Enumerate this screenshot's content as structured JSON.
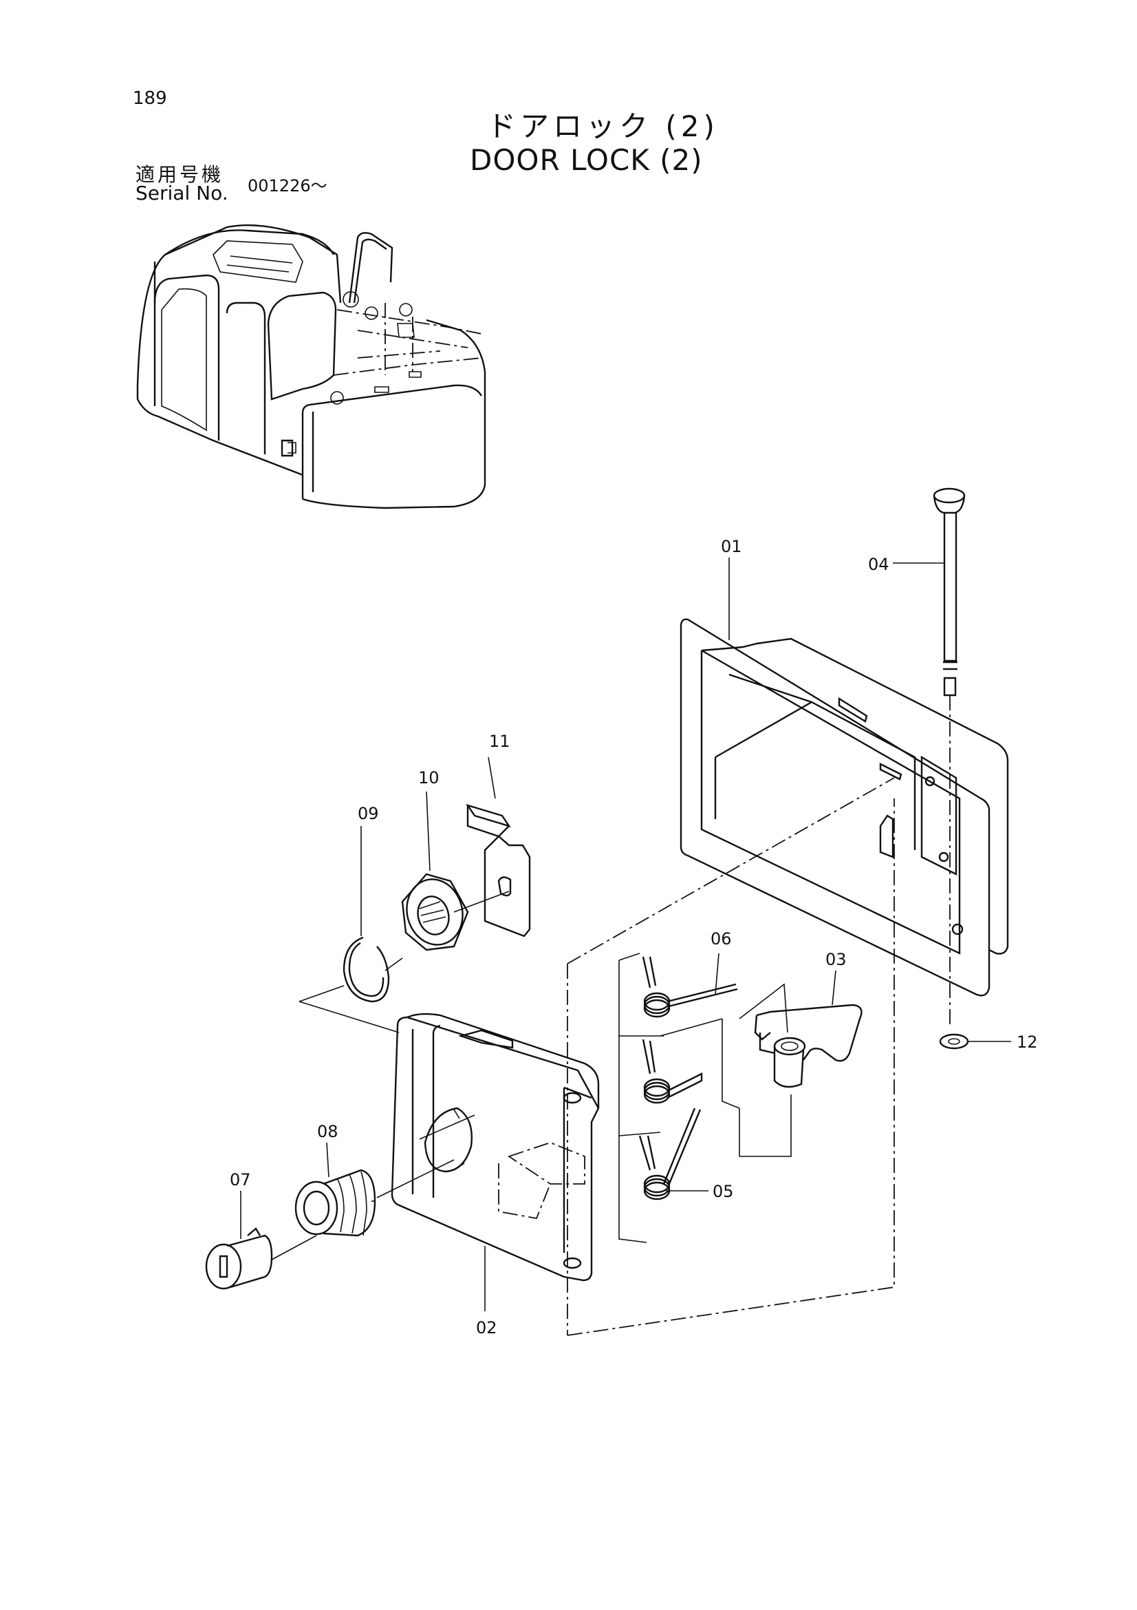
{
  "page": {
    "number": "189"
  },
  "title": {
    "japanese": "ドアロック (2)",
    "english": "DOOR LOCK (2)"
  },
  "serial": {
    "label_jp": "適用号機",
    "label_en": "Serial No.",
    "value": "001226～"
  },
  "callouts": {
    "p01": "01",
    "p02": "02",
    "p03": "03",
    "p04": "04",
    "p05": "05",
    "p06": "06",
    "p07": "07",
    "p08": "08",
    "p09": "09",
    "p10": "10",
    "p11": "11",
    "p12": "12"
  },
  "icons": {
    "excavator": "excavator-overview-icon",
    "exploded": "door-lock-exploded-view"
  }
}
